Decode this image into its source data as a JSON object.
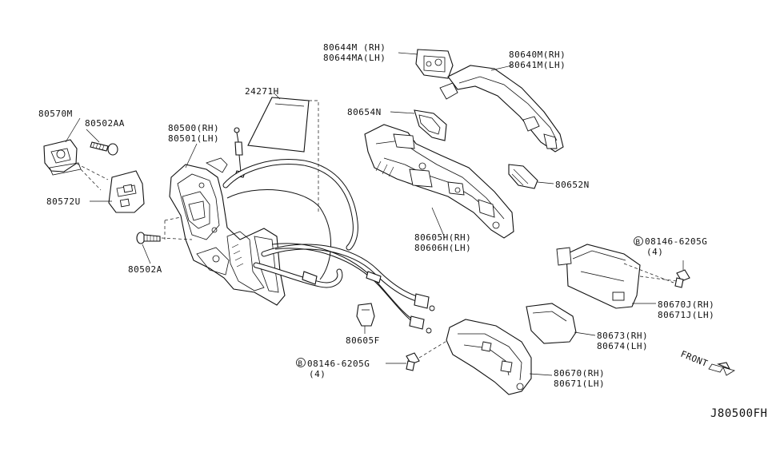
{
  "labels": {
    "p80570M": "80570M",
    "p80502AA": "80502AA",
    "p80572U": "80572U",
    "p80502A": "80502A",
    "p80500": "80500(RH)",
    "p80501": "80501(LH)",
    "p24271H": "24271H",
    "p80644M": "80644M (RH)",
    "p80644MA": "80644MA(LH)",
    "p80640M": "80640M(RH)",
    "p80641M": "80641M(LH)",
    "p80654N": "80654N",
    "p80652N": "80652N",
    "p80605H": "80605H(RH)",
    "p80606H": "80606H(LH)",
    "pBolt1": "08146-6205G",
    "pBolt1Qty": "(4)",
    "p80670J": "80670J(RH)",
    "p80671J": "80671J(LH)",
    "p80673": "80673(RH)",
    "p80674": "80674(LH)",
    "p80605F": "80605F",
    "pBolt2": "08146-6205G",
    "pBolt2Qty": "(4)",
    "p80670": "80670(RH)",
    "p80671": "80671(LH)",
    "bMark": "B",
    "front": "FRONT"
  },
  "diagram_code": "J80500FH"
}
